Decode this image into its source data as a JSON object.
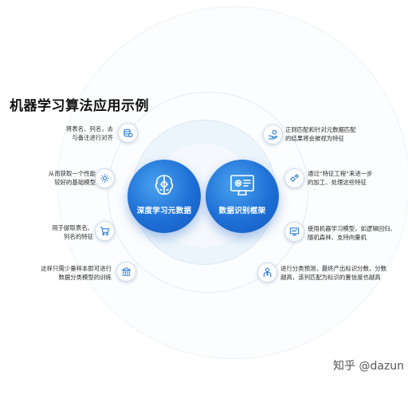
{
  "title": "机器学习算法应用示例",
  "hubs": {
    "left": {
      "label": "深度学习元数据",
      "icon": "brain-gear-icon"
    },
    "right": {
      "label": "数据识别框架",
      "icon": "monitor-gear-icon"
    }
  },
  "left_items": [
    {
      "lines": [
        "将表名、列名，去",
        "与备注进行对齐"
      ],
      "icon": "coins-icon"
    },
    {
      "lines": [
        "从而获取一个性能",
        "较好的基础模型"
      ],
      "icon": "gear-icon"
    },
    {
      "lines": [
        "用于提取表名、",
        "列名的特征"
      ],
      "icon": "shopping-cart-icon"
    },
    {
      "lines": [
        "这样只需少量样本即可进行",
        "数据分类模型的训练"
      ],
      "icon": "bank-icon"
    }
  ],
  "right_items": [
    {
      "lines": [
        "正则匹配和针对元数据匹配",
        "的结果将会被视为特征"
      ],
      "icon": "hand-coin-icon"
    },
    {
      "lines": [
        "通过“特征工程”来进一步",
        "的加工、处理这些特征"
      ],
      "icon": "gears-icon"
    },
    {
      "lines": [
        "使用机器学习模型，如逻辑回归、",
        "随机森林、支持向量机"
      ],
      "icon": "presentation-icon"
    },
    {
      "lines": [
        "进行分类预测，最终产出标识分数，分数",
        "越高，该列匹配为标识的置信度也越高"
      ],
      "icon": "businessman-icon"
    }
  ],
  "watermark": "知乎 @dazun",
  "colors": {
    "accent": "#1e6fd6",
    "icon_blue": "#2f7fd8"
  }
}
